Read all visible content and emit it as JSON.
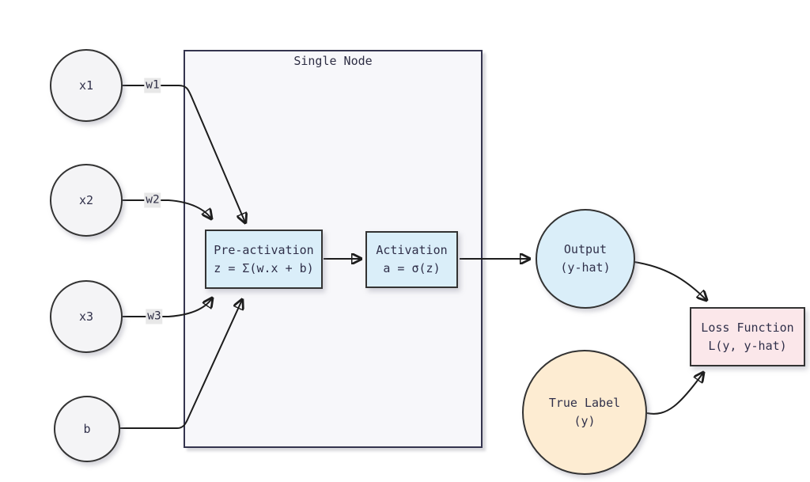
{
  "diagram": {
    "title": "Single Node",
    "nodes": {
      "x1": {
        "label": "x1"
      },
      "x2": {
        "label": "x2"
      },
      "x3": {
        "label": "x3"
      },
      "b": {
        "label": "b"
      },
      "preactivation": {
        "line1": "Pre-activation",
        "line2": "z = Σ(w.x + b)"
      },
      "activation": {
        "line1": "Activation",
        "line2": "a = σ(z)"
      },
      "output": {
        "line1": "Output",
        "line2": "(y-hat)"
      },
      "true_label": {
        "line1": "True Label",
        "line2": "(y)"
      },
      "loss": {
        "line1": "Loss Function",
        "line2": "L(y, y-hat)"
      }
    },
    "edge_labels": {
      "w1": "w1",
      "w2": "w2",
      "w3": "w3"
    },
    "colors": {
      "background": "#ffffff",
      "input_node_fill": "#f4f4f6",
      "process_node_fill": "#daeef9",
      "true_label_fill": "#fdecd2",
      "loss_fill": "#fbe7ea",
      "subgraph_fill": "#f7f7fa",
      "subgraph_border": "#34344e",
      "node_border": "#333333",
      "edge_color": "#1d1d1d",
      "edge_label_bg": "#e8e8e8",
      "text": "#30304a"
    }
  }
}
